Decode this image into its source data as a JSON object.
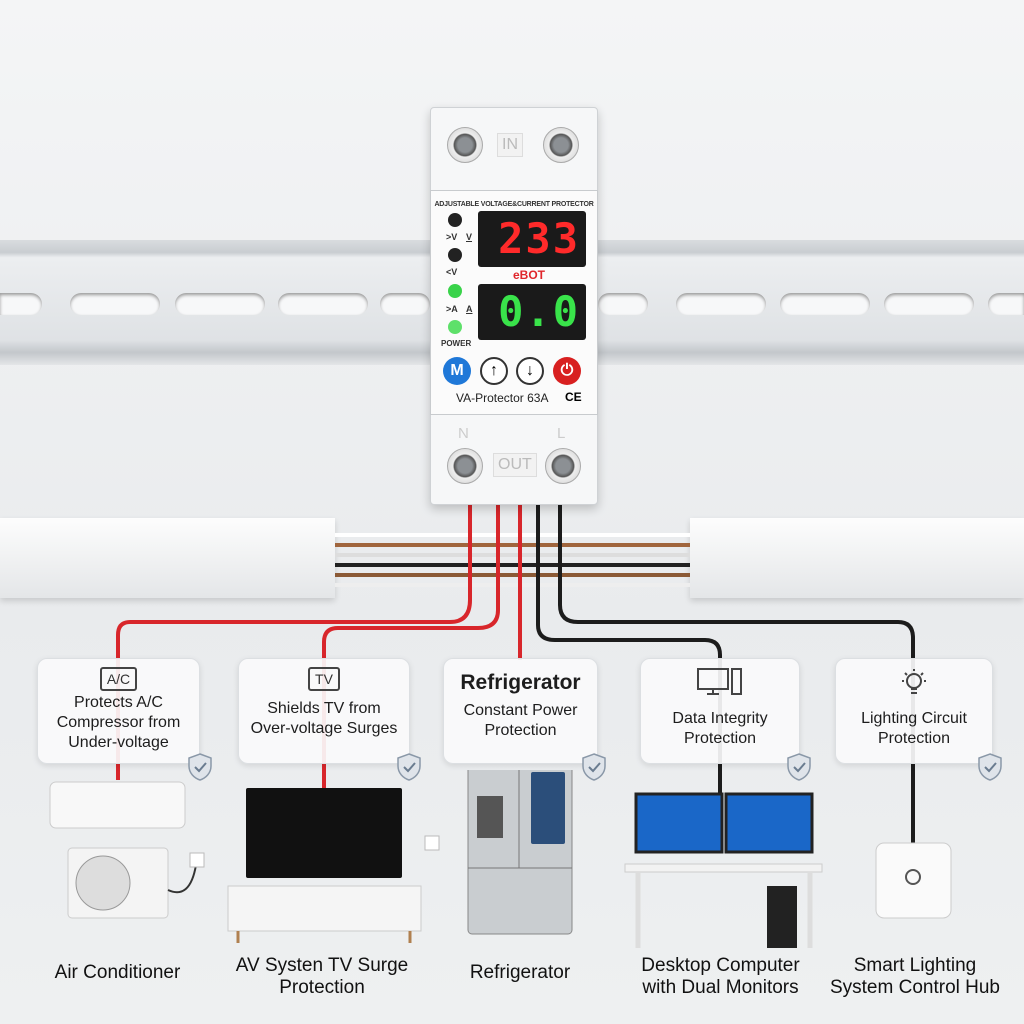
{
  "device": {
    "header": "ADJUSTABLE VOLTAGE&CURRENT PROTECTOR",
    "terminal_in": "IN",
    "terminal_out": "OUT",
    "terminal_n": "N",
    "terminal_l": "L",
    "voltage_display": "233",
    "current_display": "0.0",
    "brand": "eBOT",
    "indicators": [
      ">V",
      "<V",
      ">A",
      "POWER"
    ],
    "unit_v": "V",
    "unit_a": "A",
    "buttons": [
      "M",
      "↑",
      "↓",
      "⏻"
    ],
    "model": "VA-Protector 63A",
    "cert": "CE"
  },
  "cards": [
    {
      "icon_text": "A/C",
      "text": "Protects A/C Compressor from Under-voltage"
    },
    {
      "icon_text": "TV",
      "text": "Shields TV from Over-voltage Surges"
    },
    {
      "title": "Refrigerator",
      "text": "Constant Power Protection"
    },
    {
      "text": "Data Integrity Protection"
    },
    {
      "text": "Lighting Circuit Protection"
    }
  ],
  "labels": [
    "Air Conditioner",
    "AV Systen TV Surge Protection",
    "Refrigerator",
    "Desktop Computer with Dual Monitors",
    "Smart Lighting System Control Hub"
  ],
  "colors": {
    "red_wire": "#d8262b",
    "black_wire": "#1c1c1c",
    "led_green": "#39d34a",
    "display_red": "#ff2a2a"
  }
}
